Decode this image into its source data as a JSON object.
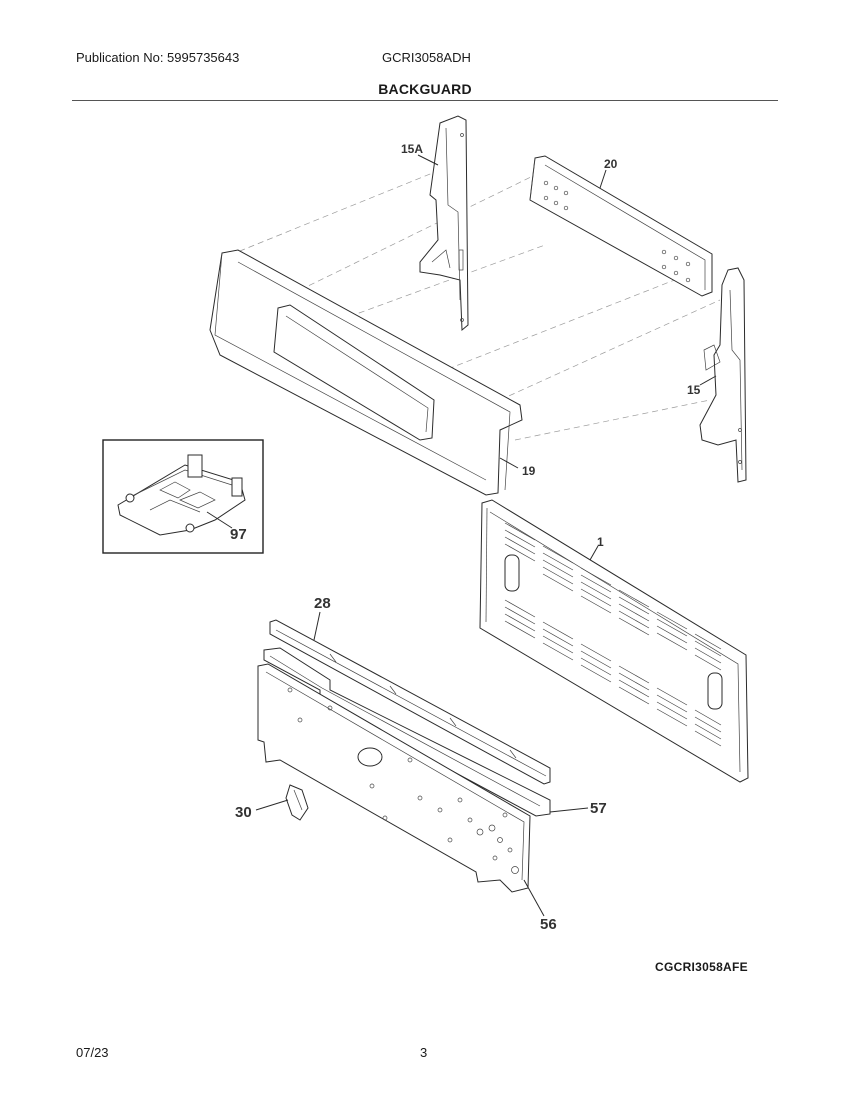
{
  "header": {
    "publication": "Publication No: 5995735643",
    "model": "GCRI3058ADH",
    "section_title": "BACKGUARD"
  },
  "callouts": {
    "c15a": "15A",
    "c20": "20",
    "c15": "15",
    "c19": "19",
    "c97": "97",
    "c1": "1",
    "c28": "28",
    "c57": "57",
    "c30": "30",
    "c56": "56"
  },
  "diagram_code": "CGCRI3058AFE",
  "footer": {
    "date": "07/23",
    "page_number": "3"
  }
}
